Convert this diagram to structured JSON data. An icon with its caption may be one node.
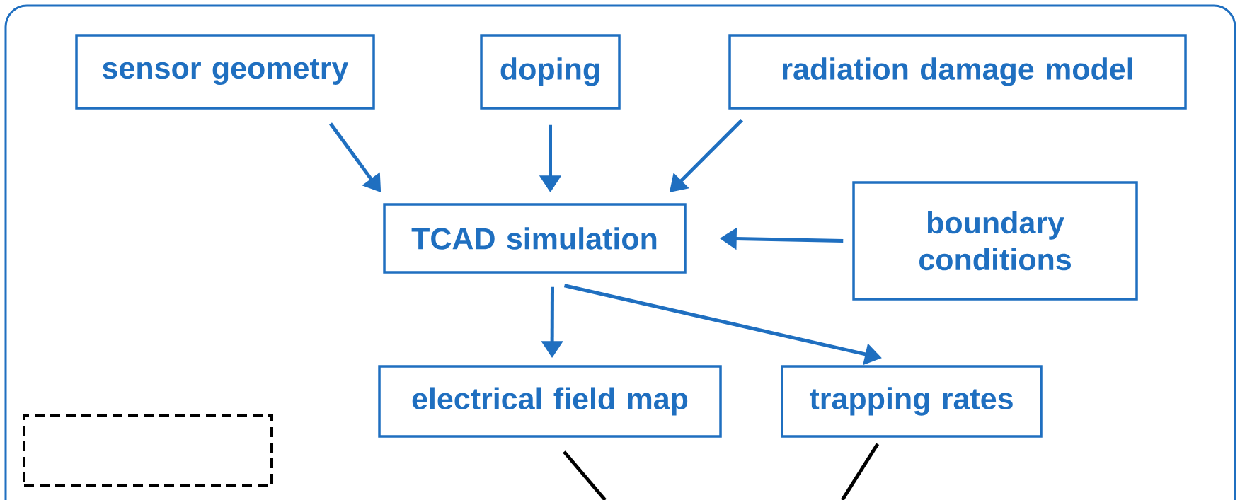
{
  "diagram": {
    "nodes": [
      {
        "text": [
          "sensor geometry"
        ]
      },
      {
        "text": [
          "doping"
        ]
      },
      {
        "text": [
          "radiation damage model"
        ]
      },
      {
        "text": [
          "TCAD simulation"
        ]
      },
      {
        "text": [
          "boundary conditions"
        ]
      },
      {
        "text": [
          "electrical field map"
        ]
      },
      {
        "text": [
          "trapping rates"
        ]
      },
      {
        "text": [],
        "shape": "box"
      }
    ],
    "edges": [
      {
        "from": 0,
        "to": 3,
        "arrow": "to"
      },
      {
        "from": 1,
        "to": 3,
        "arrow": "to"
      },
      {
        "from": 2,
        "to": 3,
        "arrow": "to"
      },
      {
        "from": 4,
        "to": 3,
        "arrow": "to"
      },
      {
        "from": 3,
        "to": 5,
        "arrow": "to"
      },
      {
        "from": 3,
        "to": 6,
        "arrow": "to"
      },
      {
        "from": 5,
        "to": null,
        "arrow": "none",
        "color": "#000000"
      },
      {
        "from": 6,
        "to": null,
        "arrow": "none",
        "color": "#000000"
      }
    ]
  }
}
